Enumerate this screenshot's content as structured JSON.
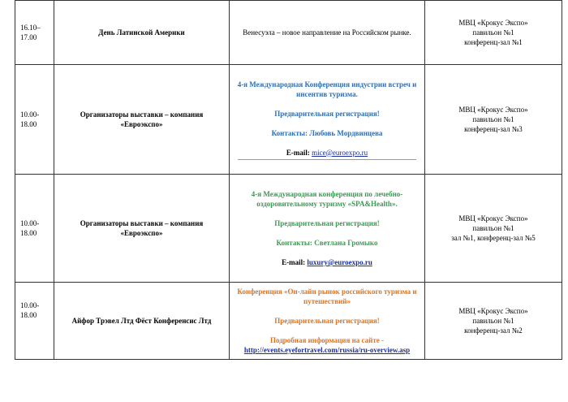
{
  "rows": [
    {
      "time": "16.10–17.00",
      "org": "День Латинской Америки",
      "desc": "Венесуэла – новое направление на Российском рынке.",
      "venue": [
        "МВЦ «Крокус Экспо»",
        "павильон №1",
        "конференц-зал №1"
      ]
    },
    {
      "time": "10.00-18.00",
      "org": "Организаторы выставки – компания «Евроэкспо»",
      "title": "4-я Международная Конференция индустрии встреч и инсентив туризма.",
      "reg": "Предварительная регистрация!",
      "contacts": "Контакты: Любовь Мордвинцева",
      "email_label": "E-mail:",
      "email": "mice@euroexpo.ru",
      "venue": [
        "МВЦ «Крокус Экспо»",
        "павильон №1",
        "конференц-зал №3"
      ]
    },
    {
      "time": "10.00-18.00",
      "org": "Организаторы выставки – компания «Евроэкспо»",
      "title": "4-я Международная конференция по лечебно-оздоровительному туризму «SPA&Health».",
      "reg": "Предварительная регистрация!",
      "contacts": "Контакты: Светлана Громыко",
      "email_label": "E-mail:",
      "email": "luxury@euroexpo.ru",
      "venue": [
        "МВЦ «Крокус Экспо»",
        "павильон №1",
        "зал №1, конференц-зал №5"
      ]
    },
    {
      "time": "10.00-18.00",
      "org": "Айфор Трэвел Лтд Фёст Конференсис Лтд",
      "title": "Конференция «Он-лайн рынок российского туризма и путешествий»",
      "reg": "Предварительная регистрация!",
      "info": "Подробная информация на сайте -",
      "url": "http://events.eyefortravel.com/russia/ru-overview.asp",
      "venue": [
        "МВЦ «Крокус Экспо»",
        "павильон №1",
        "конференц-зал №2"
      ]
    }
  ]
}
